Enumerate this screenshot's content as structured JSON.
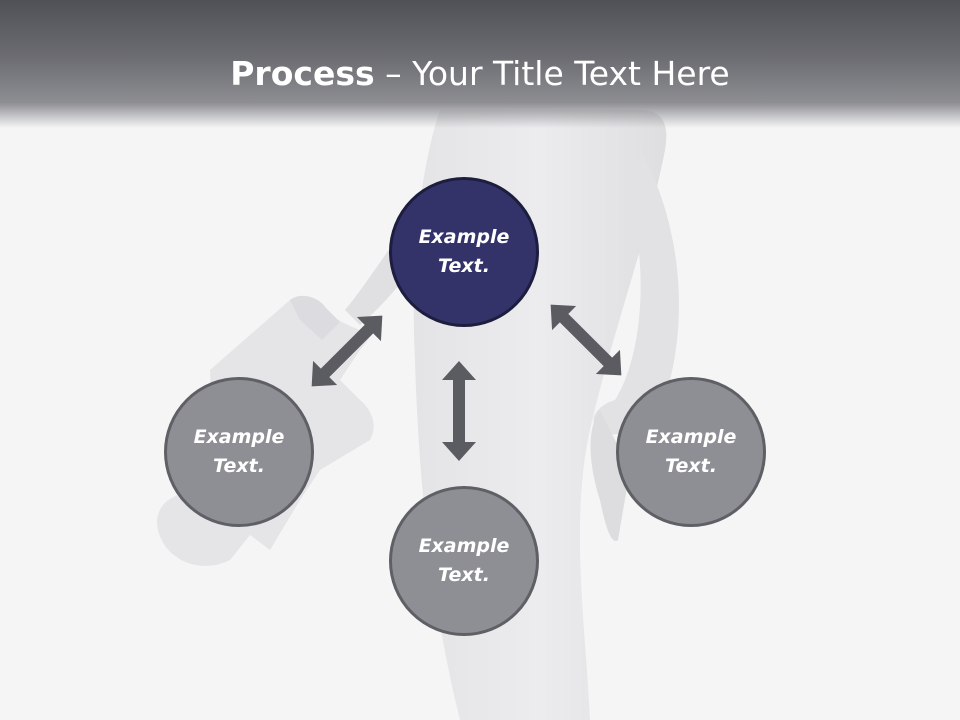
{
  "title": {
    "strong": "Process",
    "rest": " – Your Title Text Here"
  },
  "nodes": [
    {
      "id": "top",
      "label": "Example Text.",
      "color": "#33336a"
    },
    {
      "id": "left",
      "label": "Example Text.",
      "color": "#8e8f94"
    },
    {
      "id": "bottom",
      "label": "Example Text.",
      "color": "#8e8f94"
    },
    {
      "id": "right",
      "label": "Example Text.",
      "color": "#8e8f94"
    }
  ],
  "arrows": [
    {
      "from": "top",
      "to": "left",
      "style": "double-headed"
    },
    {
      "from": "top",
      "to": "bottom",
      "style": "double-headed"
    },
    {
      "from": "top",
      "to": "right",
      "style": "double-headed"
    }
  ],
  "colors": {
    "header": "#505157",
    "arrow": "#5b5c61",
    "background": "#f5f5f6"
  }
}
